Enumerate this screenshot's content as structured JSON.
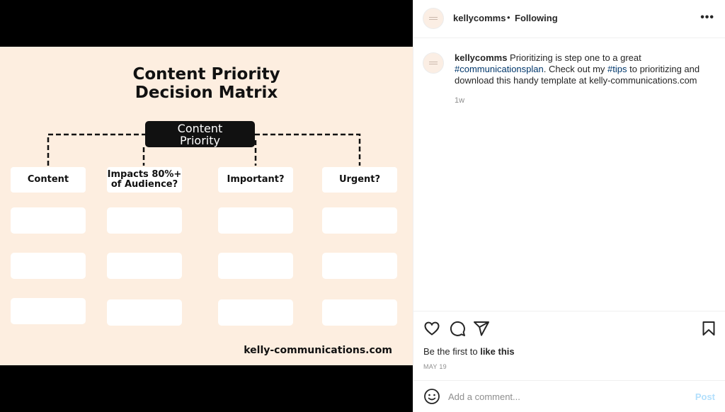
{
  "slide": {
    "title_line1": "Content Priority",
    "title_line2": "Decision Matrix",
    "root_line1": "Content",
    "root_line2": "Priority",
    "columns": [
      "Content",
      "Impacts 80%+\nof Audience?",
      "Important?",
      "Urgent?"
    ],
    "website": "kelly-communications.com"
  },
  "post": {
    "username": "kellycomms",
    "separator": "•",
    "follow_status": "Following",
    "more_label": "•••",
    "caption": {
      "username": "kellycomms",
      "text_1": " Prioritizing is step one to a great ",
      "hashtag_1": "#communicationsplan",
      "text_2": ". Check out my ",
      "hashtag_2": "#tips",
      "text_3": " to prioritizing and download this handy template at kelly-communications.com"
    },
    "time_ago": "1w",
    "likes_prefix": "Be the first to ",
    "likes_link": "like this",
    "date": "MAY 19",
    "comment_placeholder": "Add a comment...",
    "post_label": "Post"
  },
  "icons": [
    "heart-icon",
    "comment-icon",
    "share-icon",
    "bookmark-icon",
    "emoji-icon",
    "more-icon"
  ],
  "colors": {
    "slide_bg": "#fdeee0",
    "hashtag": "#00376b",
    "post_disabled": "#b2dffc"
  }
}
